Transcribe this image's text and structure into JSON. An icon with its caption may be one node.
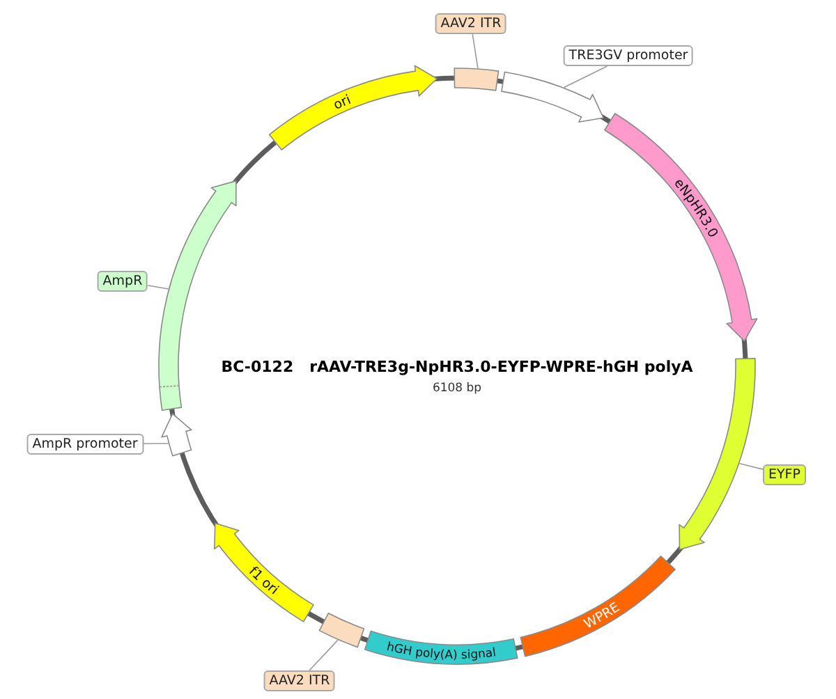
{
  "diagram": {
    "title": "BC-0122   rAAV-TRE3g-NpHR3.0-EYFP-WPRE-hGH polyA",
    "nodes": [
      {
        "text": [
          "AAV2 ITR"
        ]
      },
      {
        "text": [],
        "shape": "box"
      },
      {
        "text": [
          "TRE3GV promoter"
        ]
      },
      {
        "text": [],
        "shape": "arrow"
      },
      {
        "text": [
          "eNpHR3.0"
        ]
      },
      {
        "text": [],
        "shape": "arrow"
      },
      {
        "text": [
          "EYFP"
        ]
      },
      {
        "text": [
          "WPRE"
        ]
      },
      {
        "text": [
          "hGH poly(A) signal"
        ]
      },
      {
        "text": [],
        "shape": "box"
      },
      {
        "text": [
          "AAV2 ITR"
        ]
      },
      {
        "text": [
          "f1 ori"
        ]
      },
      {
        "text": [],
        "shape": "arrow"
      },
      {
        "text": [
          "AmpR promoter"
        ]
      },
      {
        "text": [],
        "shape": "arrow"
      },
      {
        "text": [
          "AmpR"
        ]
      },
      {
        "text": [
          "ori"
        ]
      }
    ],
    "edges": [
      {
        "from": 0,
        "to": 1,
        "arrow": "none"
      },
      {
        "from": 2,
        "to": 3,
        "arrow": "none"
      },
      {
        "from": 6,
        "to": 5,
        "arrow": "none"
      },
      {
        "from": 10,
        "to": 9,
        "arrow": "none"
      },
      {
        "from": 13,
        "to": 12,
        "arrow": "none"
      },
      {
        "from": 15,
        "to": 14,
        "arrow": "none"
      }
    ],
    "labels": [
      "6108 bp"
    ]
  }
}
